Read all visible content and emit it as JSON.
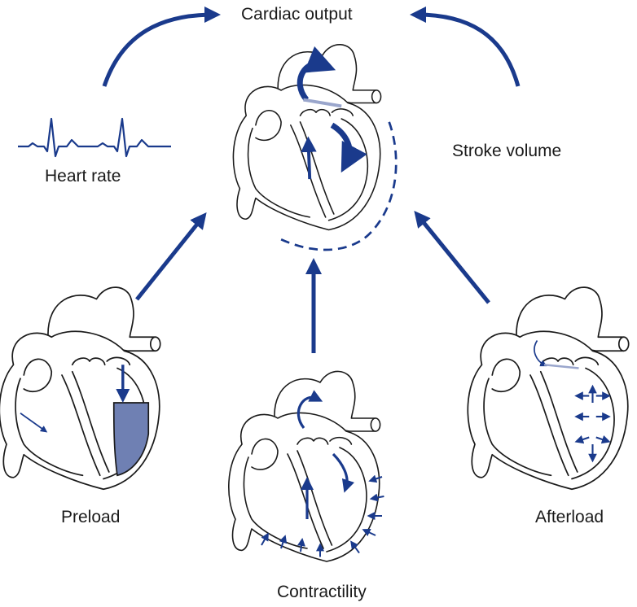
{
  "labels": {
    "cardiac_output": "Cardiac output",
    "heart_rate": "Heart rate",
    "stroke_volume": "Stroke volume",
    "preload": "Preload",
    "contractility": "Contractility",
    "afterload": "Afterload"
  },
  "colors": {
    "arrow": "#1a3a8c",
    "outline": "#1a1a1a",
    "preload_fill": "#6f80b3",
    "background": "#ffffff"
  }
}
